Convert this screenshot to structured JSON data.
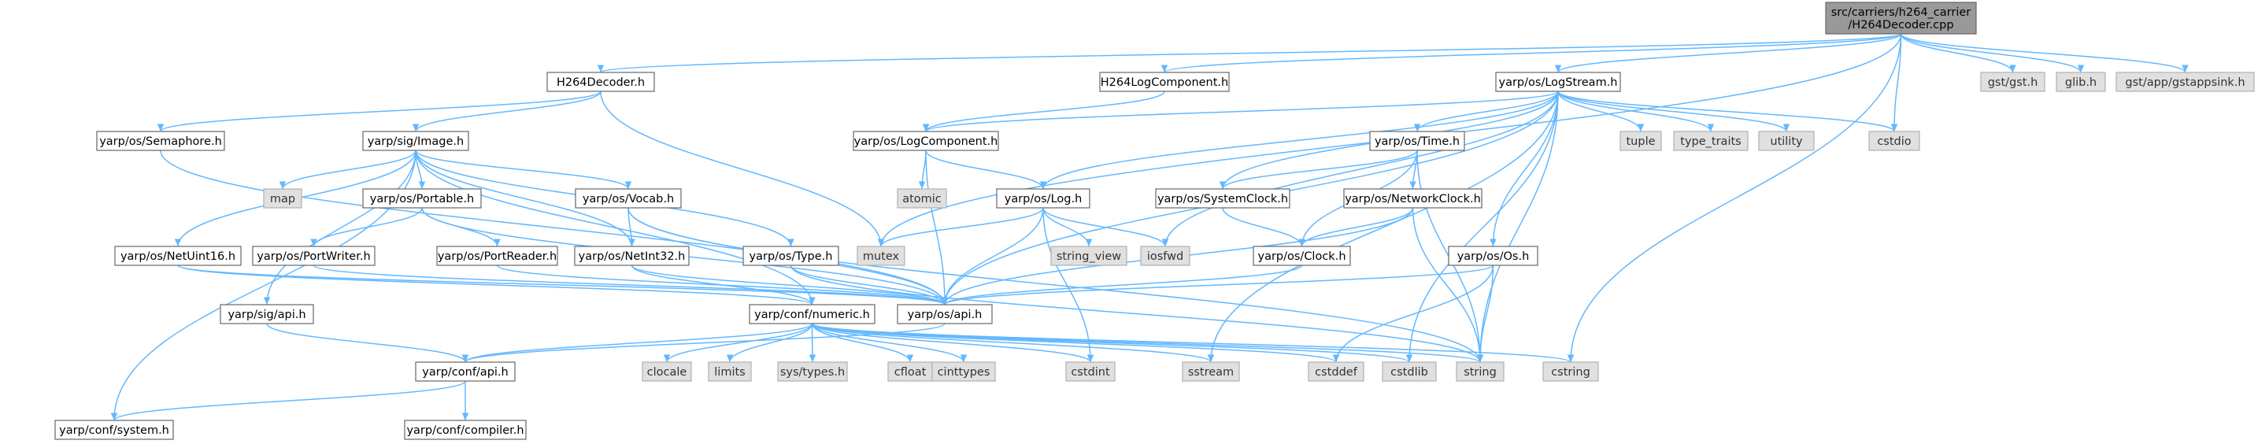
{
  "diagram": {
    "root": "root",
    "nodes": [
      {
        "id": "root",
        "label": [
          "src/carriers/h264_carrier",
          "/H264Decoder.cpp"
        ],
        "kind": "root"
      },
      {
        "id": "h264decoder_h",
        "label": [
          "H264Decoder.h"
        ],
        "kind": "local"
      },
      {
        "id": "h264logcomponent_h",
        "label": [
          "H264LogComponent.h"
        ],
        "kind": "local"
      },
      {
        "id": "logstream_h",
        "label": [
          "yarp/os/LogStream.h"
        ],
        "kind": "local"
      },
      {
        "id": "gst_h",
        "label": [
          "gst/gst.h"
        ],
        "kind": "system"
      },
      {
        "id": "glib_h",
        "label": [
          "glib.h"
        ],
        "kind": "system"
      },
      {
        "id": "gstappsink_h",
        "label": [
          "gst/app/gstappsink.h"
        ],
        "kind": "system"
      },
      {
        "id": "semaphore_h",
        "label": [
          "yarp/os/Semaphore.h"
        ],
        "kind": "local"
      },
      {
        "id": "image_h",
        "label": [
          "yarp/sig/Image.h"
        ],
        "kind": "local"
      },
      {
        "id": "logcomponent_h",
        "label": [
          "yarp/os/LogComponent.h"
        ],
        "kind": "local"
      },
      {
        "id": "time_h",
        "label": [
          "yarp/os/Time.h"
        ],
        "kind": "local"
      },
      {
        "id": "tuple",
        "label": [
          "tuple"
        ],
        "kind": "system"
      },
      {
        "id": "type_traits",
        "label": [
          "type_traits"
        ],
        "kind": "system"
      },
      {
        "id": "utility",
        "label": [
          "utility"
        ],
        "kind": "system"
      },
      {
        "id": "cstdio",
        "label": [
          "cstdio"
        ],
        "kind": "system"
      },
      {
        "id": "map",
        "label": [
          "map"
        ],
        "kind": "system"
      },
      {
        "id": "portable_h",
        "label": [
          "yarp/os/Portable.h"
        ],
        "kind": "local"
      },
      {
        "id": "vocab_h",
        "label": [
          "yarp/os/Vocab.h"
        ],
        "kind": "local"
      },
      {
        "id": "atomic",
        "label": [
          "atomic"
        ],
        "kind": "system"
      },
      {
        "id": "log_h",
        "label": [
          "yarp/os/Log.h"
        ],
        "kind": "local"
      },
      {
        "id": "systemclock_h",
        "label": [
          "yarp/os/SystemClock.h"
        ],
        "kind": "local"
      },
      {
        "id": "networkclock_h",
        "label": [
          "yarp/os/NetworkClock.h"
        ],
        "kind": "local"
      },
      {
        "id": "netuint16_h",
        "label": [
          "yarp/os/NetUint16.h"
        ],
        "kind": "local"
      },
      {
        "id": "portwriter_h",
        "label": [
          "yarp/os/PortWriter.h"
        ],
        "kind": "local"
      },
      {
        "id": "portreader_h",
        "label": [
          "yarp/os/PortReader.h"
        ],
        "kind": "local"
      },
      {
        "id": "netint32_h",
        "label": [
          "yarp/os/NetInt32.h"
        ],
        "kind": "local"
      },
      {
        "id": "type_h",
        "label": [
          "yarp/os/Type.h"
        ],
        "kind": "local"
      },
      {
        "id": "mutex",
        "label": [
          "mutex"
        ],
        "kind": "system"
      },
      {
        "id": "string_view",
        "label": [
          "string_view"
        ],
        "kind": "system"
      },
      {
        "id": "iosfwd",
        "label": [
          "iosfwd"
        ],
        "kind": "system"
      },
      {
        "id": "clock_h",
        "label": [
          "yarp/os/Clock.h"
        ],
        "kind": "local"
      },
      {
        "id": "os_h",
        "label": [
          "yarp/os/Os.h"
        ],
        "kind": "local"
      },
      {
        "id": "sig_api_h",
        "label": [
          "yarp/sig/api.h"
        ],
        "kind": "local"
      },
      {
        "id": "numeric_h",
        "label": [
          "yarp/conf/numeric.h"
        ],
        "kind": "local"
      },
      {
        "id": "os_api_h",
        "label": [
          "yarp/os/api.h"
        ],
        "kind": "local"
      },
      {
        "id": "conf_api_h",
        "label": [
          "yarp/conf/api.h"
        ],
        "kind": "local"
      },
      {
        "id": "clocale",
        "label": [
          "clocale"
        ],
        "kind": "system"
      },
      {
        "id": "limits",
        "label": [
          "limits"
        ],
        "kind": "system"
      },
      {
        "id": "sys_types_h",
        "label": [
          "sys/types.h"
        ],
        "kind": "system"
      },
      {
        "id": "cfloat",
        "label": [
          "cfloat"
        ],
        "kind": "system"
      },
      {
        "id": "cinttypes",
        "label": [
          "cinttypes"
        ],
        "kind": "system"
      },
      {
        "id": "cstdint",
        "label": [
          "cstdint"
        ],
        "kind": "system"
      },
      {
        "id": "sstream",
        "label": [
          "sstream"
        ],
        "kind": "system"
      },
      {
        "id": "cstddef",
        "label": [
          "cstddef"
        ],
        "kind": "system"
      },
      {
        "id": "cstdlib",
        "label": [
          "cstdlib"
        ],
        "kind": "system"
      },
      {
        "id": "string",
        "label": [
          "string"
        ],
        "kind": "system"
      },
      {
        "id": "cstring",
        "label": [
          "cstring"
        ],
        "kind": "system"
      },
      {
        "id": "conf_system_h",
        "label": [
          "yarp/conf/system.h"
        ],
        "kind": "local"
      },
      {
        "id": "compiler_h",
        "label": [
          "yarp/conf/compiler.h"
        ],
        "kind": "local"
      }
    ],
    "edges": [
      [
        "root",
        "h264decoder_h"
      ],
      [
        "root",
        "h264logcomponent_h"
      ],
      [
        "root",
        "logstream_h"
      ],
      [
        "root",
        "gst_h"
      ],
      [
        "root",
        "glib_h"
      ],
      [
        "root",
        "gstappsink_h"
      ],
      [
        "root",
        "mutex"
      ],
      [
        "root",
        "cstdio"
      ],
      [
        "root",
        "cstring"
      ],
      [
        "h264decoder_h",
        "semaphore_h"
      ],
      [
        "h264decoder_h",
        "image_h"
      ],
      [
        "h264decoder_h",
        "mutex"
      ],
      [
        "h264logcomponent_h",
        "logcomponent_h"
      ],
      [
        "logstream_h",
        "logcomponent_h"
      ],
      [
        "logstream_h",
        "time_h"
      ],
      [
        "logstream_h",
        "tuple"
      ],
      [
        "logstream_h",
        "type_traits"
      ],
      [
        "logstream_h",
        "utility"
      ],
      [
        "logstream_h",
        "cstdio"
      ],
      [
        "logstream_h",
        "log_h"
      ],
      [
        "logstream_h",
        "os_api_h"
      ],
      [
        "logstream_h",
        "systemclock_h"
      ],
      [
        "logstream_h",
        "iosfwd"
      ],
      [
        "logstream_h",
        "os_h"
      ],
      [
        "logstream_h",
        "sstream"
      ],
      [
        "logstream_h",
        "cstdlib"
      ],
      [
        "logstream_h",
        "string"
      ],
      [
        "semaphore_h",
        "os_api_h"
      ],
      [
        "image_h",
        "map"
      ],
      [
        "image_h",
        "portable_h"
      ],
      [
        "image_h",
        "vocab_h"
      ],
      [
        "image_h",
        "type_h"
      ],
      [
        "image_h",
        "netuint16_h"
      ],
      [
        "image_h",
        "netint32_h"
      ],
      [
        "image_h",
        "sig_api_h"
      ],
      [
        "image_h",
        "conf_system_h"
      ],
      [
        "image_h",
        "numeric_h"
      ],
      [
        "logcomponent_h",
        "atomic"
      ],
      [
        "logcomponent_h",
        "log_h"
      ],
      [
        "logcomponent_h",
        "os_api_h"
      ],
      [
        "time_h",
        "systemclock_h"
      ],
      [
        "time_h",
        "networkclock_h"
      ],
      [
        "time_h",
        "clock_h"
      ],
      [
        "time_h",
        "string"
      ],
      [
        "portable_h",
        "portwriter_h"
      ],
      [
        "portable_h",
        "portreader_h"
      ],
      [
        "portable_h",
        "os_api_h"
      ],
      [
        "vocab_h",
        "netint32_h"
      ],
      [
        "vocab_h",
        "os_api_h"
      ],
      [
        "vocab_h",
        "string"
      ],
      [
        "log_h",
        "mutex"
      ],
      [
        "log_h",
        "string_view"
      ],
      [
        "log_h",
        "iosfwd"
      ],
      [
        "log_h",
        "os_api_h"
      ],
      [
        "log_h",
        "cstdint"
      ],
      [
        "systemclock_h",
        "clock_h"
      ],
      [
        "networkclock_h",
        "clock_h"
      ],
      [
        "networkclock_h",
        "os_api_h"
      ],
      [
        "networkclock_h",
        "string"
      ],
      [
        "netuint16_h",
        "numeric_h"
      ],
      [
        "netuint16_h",
        "os_api_h"
      ],
      [
        "portwriter_h",
        "os_api_h"
      ],
      [
        "portreader_h",
        "os_api_h"
      ],
      [
        "netint32_h",
        "numeric_h"
      ],
      [
        "netint32_h",
        "os_api_h"
      ],
      [
        "type_h",
        "os_api_h"
      ],
      [
        "type_h",
        "string"
      ],
      [
        "clock_h",
        "os_api_h"
      ],
      [
        "os_h",
        "os_api_h"
      ],
      [
        "os_h",
        "string"
      ],
      [
        "os_h",
        "cstddef"
      ],
      [
        "sig_api_h",
        "conf_api_h"
      ],
      [
        "os_api_h",
        "conf_api_h"
      ],
      [
        "numeric_h",
        "conf_api_h"
      ],
      [
        "numeric_h",
        "clocale"
      ],
      [
        "numeric_h",
        "limits"
      ],
      [
        "numeric_h",
        "sys_types_h"
      ],
      [
        "numeric_h",
        "cfloat"
      ],
      [
        "numeric_h",
        "cinttypes"
      ],
      [
        "numeric_h",
        "cstdint"
      ],
      [
        "numeric_h",
        "sstream"
      ],
      [
        "numeric_h",
        "cstddef"
      ],
      [
        "numeric_h",
        "cstdlib"
      ],
      [
        "numeric_h",
        "string"
      ],
      [
        "numeric_h",
        "cstring"
      ],
      [
        "conf_api_h",
        "conf_system_h"
      ],
      [
        "conf_api_h",
        "compiler_h"
      ]
    ]
  }
}
